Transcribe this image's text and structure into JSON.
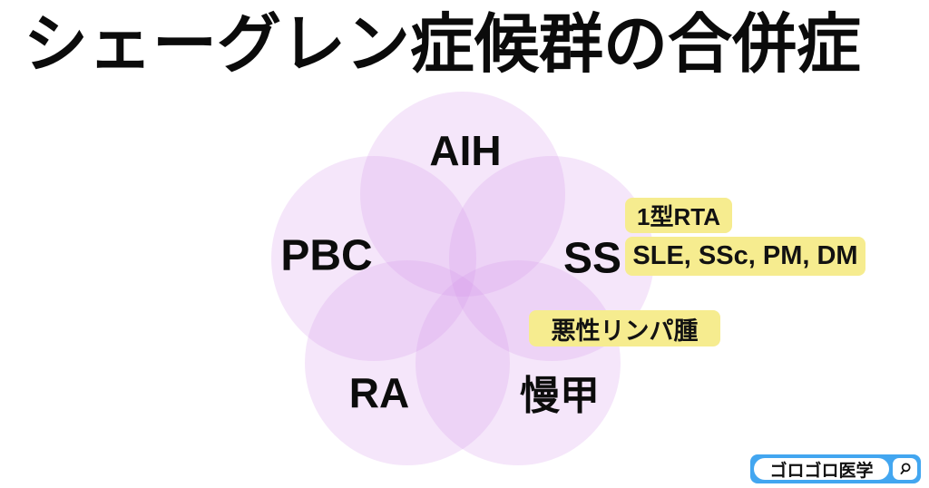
{
  "page": {
    "title": "シェーグレン症候群の合併症"
  },
  "diagram": {
    "type": "venn-flower",
    "petals": [
      {
        "id": "aih",
        "label": "AIH"
      },
      {
        "id": "pbc",
        "label": "PBC"
      },
      {
        "id": "ss",
        "label": "SS"
      },
      {
        "id": "ra",
        "label": "RA"
      },
      {
        "id": "mankou",
        "label": "慢甲"
      }
    ],
    "tags": [
      {
        "id": "type1-rta",
        "label": "1型RTA"
      },
      {
        "id": "sle-ssc-pm-dm",
        "label": "SLE, SSc, PM, DM"
      },
      {
        "id": "malignant-lymphoma",
        "label": "悪性リンパ腫"
      }
    ],
    "colors": {
      "petal_fill": "rgba(213,149,233,0.24)",
      "tag_background": "#F6EC8F",
      "text": "#0B0B0B"
    }
  },
  "branding": {
    "site_name": "ゴロゴロ医学",
    "icon": "magnifier-icon",
    "accent_color": "#42A6F0"
  }
}
